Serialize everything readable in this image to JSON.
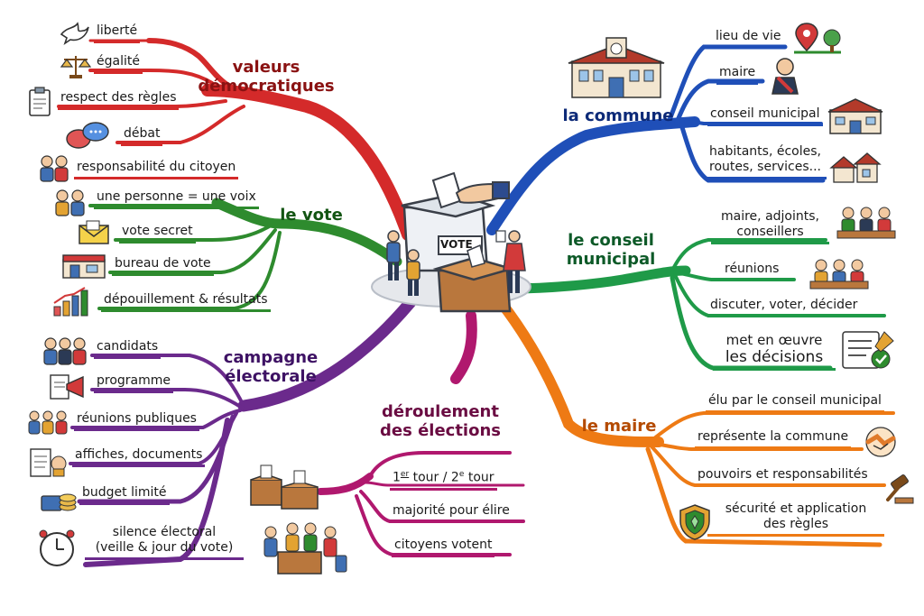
{
  "colors": {
    "valeurs": "#d42a2a",
    "vote": "#2e8b2e",
    "campagne": "#6b2a8c",
    "deroulement": "#b0186e",
    "commune": "#1f4fb8",
    "conseil": "#1f9a48",
    "maire": "#ee7a14",
    "valeurs_text": "#8a1212",
    "vote_text": "#135513",
    "campagne_text": "#3e1264",
    "deroulement_text": "#6a0c42",
    "commune_text": "#0d2a78",
    "conseil_text": "#0d5a28",
    "maire_text": "#b44a00"
  },
  "center": {
    "ballot_label": "VOTE"
  },
  "valeurs": {
    "title_line1": "valeurs",
    "title_line2": "démocratiques",
    "items": [
      "liberté",
      "égalité",
      "respect des règles",
      "débat",
      "responsabilité du citoyen"
    ],
    "icons": [
      "dove-icon",
      "scales-icon",
      "clipboard-icon",
      "speech-bubbles-icon",
      "citizens-icon"
    ]
  },
  "vote": {
    "title": "le vote",
    "items": [
      "une personne = une voix",
      "vote secret",
      "bureau de vote",
      "dépouillement & résultats"
    ],
    "icons": [
      "voters-icon",
      "envelope-icon",
      "polling-station-icon",
      "bar-chart-icon"
    ]
  },
  "campagne": {
    "title_line1": "campagne",
    "title_line2": "électorale",
    "items": [
      "candidats",
      "programme",
      "réunions publiques",
      "affiches, documents",
      "budget limité"
    ],
    "item_silence_line1": "silence électoral",
    "item_silence_line2": "(veille & jour du vote)",
    "icons": [
      "candidates-icon",
      "megaphone-icon",
      "meeting-icon",
      "posters-icon",
      "coins-icon",
      "clock-icon"
    ]
  },
  "deroulement": {
    "title_line1": "déroulement",
    "title_line2": "des élections",
    "tour1_num": "1",
    "tour1_sup": "er",
    "tour_rest_a": " tour / 2",
    "tour2_sup": "e",
    "tour_rest_b": " tour",
    "items": [
      "majorité pour élire",
      "citoyens votent"
    ],
    "icons": [
      "ballot-boxes-icon",
      "voting-citizens-icon"
    ]
  },
  "commune": {
    "title": "la commune",
    "items": [
      "lieu de vie",
      "maire",
      "conseil municipal"
    ],
    "item4_line1": "habitants, écoles,",
    "item4_line2": "routes, services...",
    "icons": [
      "town-hall-icon",
      "map-pin-icon",
      "mayor-icon",
      "building-icon",
      "houses-icon"
    ]
  },
  "conseil": {
    "title_line1": "le conseil",
    "title_line2": "municipal",
    "item1_line1": "maire, adjoints,",
    "item1_line2": "conseillers",
    "items": [
      "réunions",
      "discuter, voter, décider"
    ],
    "item4_line1": "met en œuvre",
    "item4_line2": "les décisions",
    "icons": [
      "council-icon",
      "meeting-table-icon",
      "checklist-icon"
    ]
  },
  "maire": {
    "title": "le maire",
    "items": [
      "élu par le conseil municipal",
      "représente la commune",
      "pouvoirs et responsabilités"
    ],
    "item4_line1": "sécurité et application",
    "item4_line2": "des règles",
    "icons": [
      "handshake-icon",
      "gavel-icon",
      "shield-icon"
    ]
  }
}
